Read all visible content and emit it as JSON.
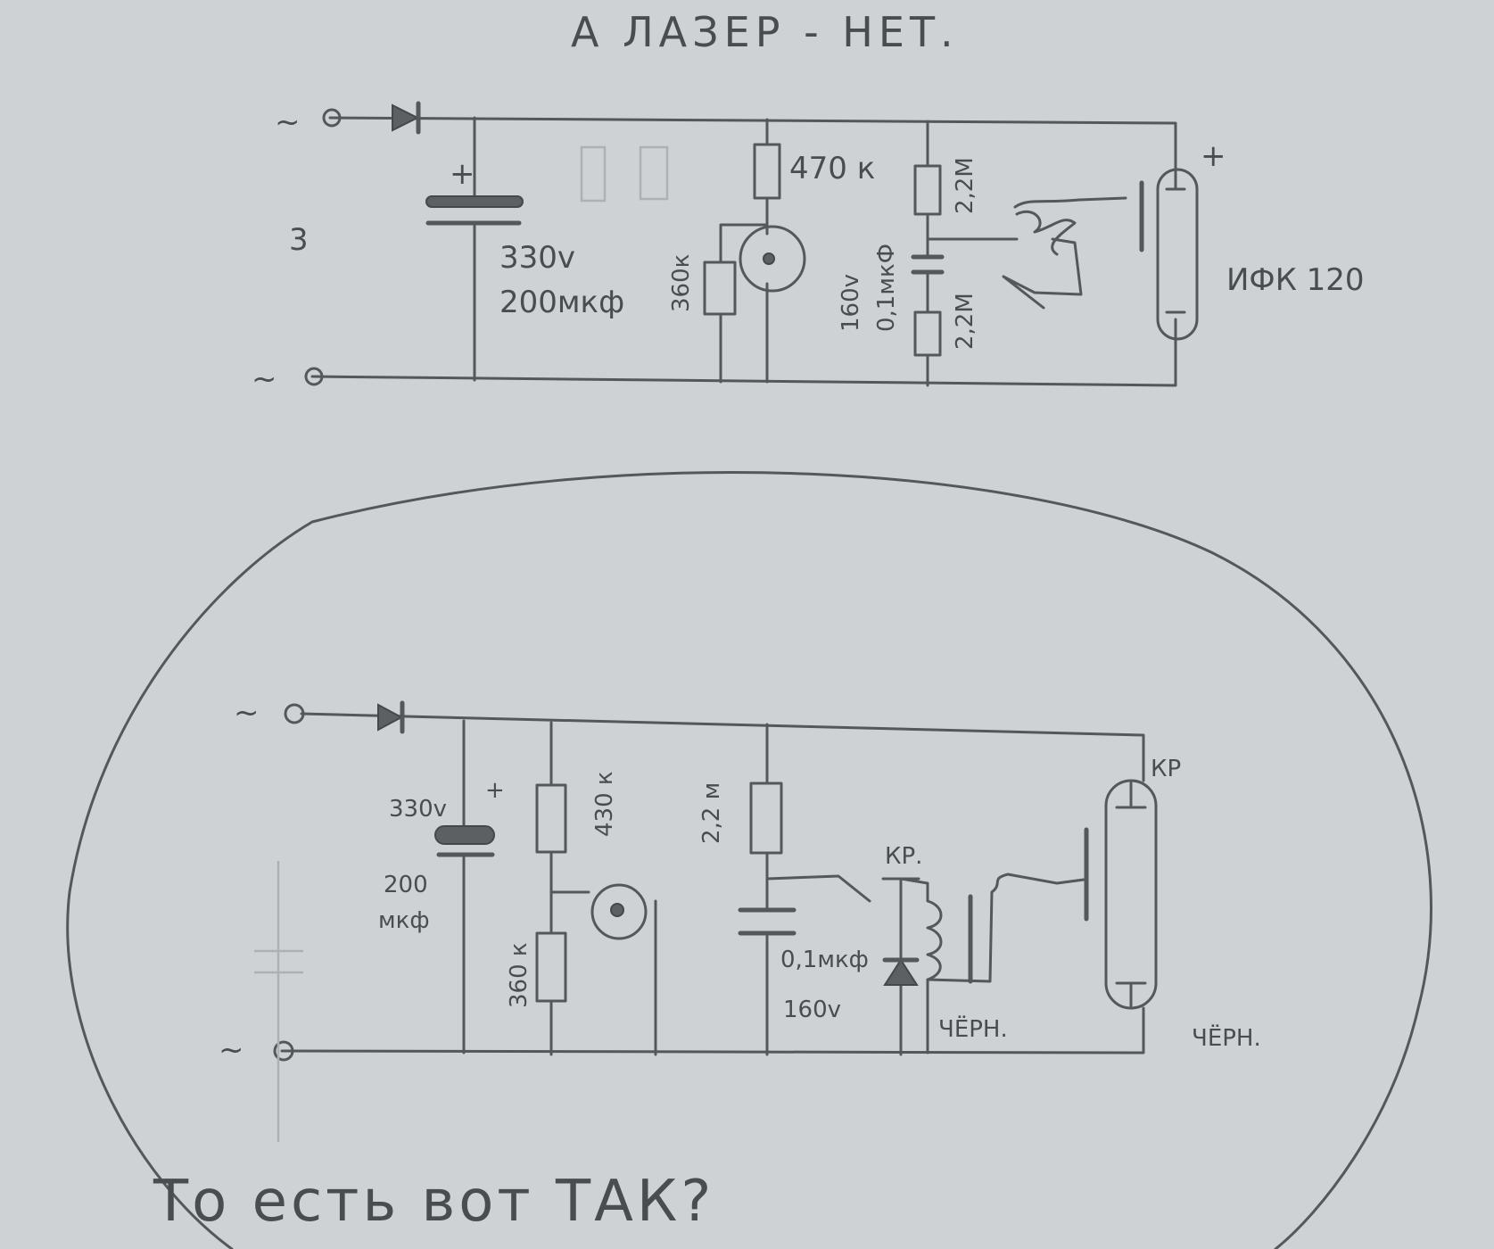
{
  "title": "А ЛАЗЕР - НЕТ.",
  "top_circuit": {
    "ac_in_top": "~",
    "ac_in_bottom": "~",
    "squiggle": "3",
    "cap_plus": "+",
    "cap_voltage": "330v",
    "cap_value": "200мкф",
    "r_470": "470 к",
    "r_360": "360к",
    "cap_160v": "160v",
    "cap_01": "0,1мкФ",
    "r_22m_top": "2,2М",
    "r_22m_bottom": "2,2М",
    "lamp_plus": "+",
    "lamp_name": "ИФК 120"
  },
  "bottom_circuit": {
    "ac_in_top": "~",
    "ac_in_bottom": "~",
    "cap_voltage": "330v",
    "cap_plus": "+",
    "cap_value_1": "200",
    "cap_value_2": "мкф",
    "r_430": "430 к",
    "r_360": "360 к",
    "r_22m": "2,2 м",
    "cap_01": "0,1мкф",
    "cap_160v": "160v",
    "kr_diode": "КР.",
    "kr_lamp": "КР",
    "black_coil": "ЧЁРН.",
    "black_lamp": "ЧЁРН."
  },
  "caption": "То есть вот ТАК?",
  "colors": {
    "paper": "#cfd2d4",
    "pencil": "#55585b"
  }
}
